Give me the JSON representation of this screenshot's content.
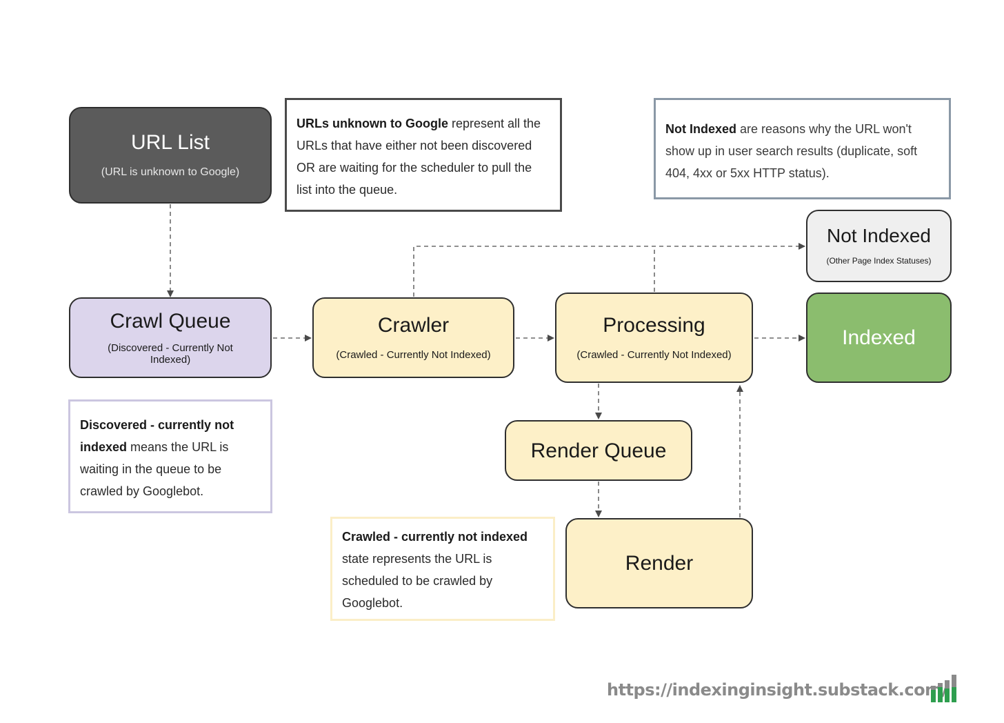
{
  "nodes": {
    "url_list": {
      "title": "URL List",
      "subtitle": "(URL is unknown to Google)"
    },
    "crawl_queue": {
      "title": "Crawl Queue",
      "subtitle": "(Discovered - Currently Not Indexed)"
    },
    "crawler": {
      "title": "Crawler",
      "subtitle": "(Crawled - Currently Not Indexed)"
    },
    "processing": {
      "title": "Processing",
      "subtitle": "(Crawled - Currently Not Indexed)"
    },
    "not_indexed": {
      "title": "Not Indexed",
      "subtitle": "(Other Page Index Statuses)"
    },
    "indexed": {
      "title": "Indexed"
    },
    "render_queue": {
      "title": "Render Queue"
    },
    "render": {
      "title": "Render"
    }
  },
  "notes": {
    "unknown": {
      "bold": "URLs unknown to Google",
      "text": " represent all the URLs that have either not been discovered OR are waiting for the scheduler to pull the list into the queue."
    },
    "not_indexed": {
      "bold": "Not Indexed",
      "text": " are reasons why the URL won't show up in user search results (duplicate, soft 404, 4xx or 5xx HTTP status)."
    },
    "discovered": {
      "bold": "Discovered - currently not indexed",
      "text": " means the URL is waiting in the queue to be crawled by Googlebot."
    },
    "crawled": {
      "bold": "Crawled - currently not indexed",
      "text": " state represents the URL is scheduled to be crawled by Googlebot."
    }
  },
  "colors": {
    "url_list_fill": "#5b5b5b",
    "crawl_queue_fill": "#dcd5ec",
    "stage_fill": "#fdf0c8",
    "not_indexed_fill": "#efefef",
    "indexed_fill": "#8bbd6e",
    "logo_green": "#2e9e4f",
    "logo_gray": "#8a8a8a"
  },
  "footer": {
    "url": "https://indexinginsight.substack.com/",
    "logo_icon": "bar-chart-logo"
  }
}
